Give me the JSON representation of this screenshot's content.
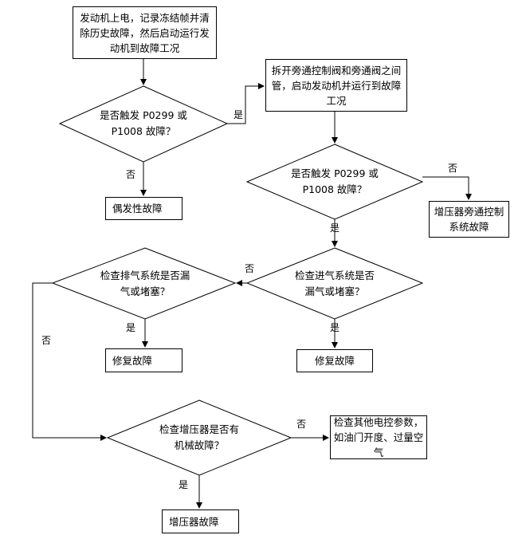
{
  "nodes": {
    "start": "发动机上电，记录冻结帧并清除历史故障，然后启动运行发动机到故障工况",
    "disconnect": "拆开旁通控制阀和旁通阀之间管，启动发动机并运行到故障工况",
    "decision1": "是否触发 P0299 或 P1008 故障？",
    "decision2": "是否触发 P0299 或 P1008 故障？",
    "intermittent": "偶发性故障",
    "bypass_fault": "增压器旁通控制系统故障",
    "check_intake": "检查进气系统是否漏气或堵塞？",
    "check_exhaust": "检查排气系统是否漏气或堵塞？",
    "repair1": "修复故障",
    "repair2": "修复故障",
    "check_turbo": "检查增压器是否有机械故障？",
    "check_other": "检查其他电控参数，如油门开度、过量空气",
    "turbo_fault": "增压器故障"
  },
  "labels": {
    "yes": "是",
    "no": "否"
  }
}
